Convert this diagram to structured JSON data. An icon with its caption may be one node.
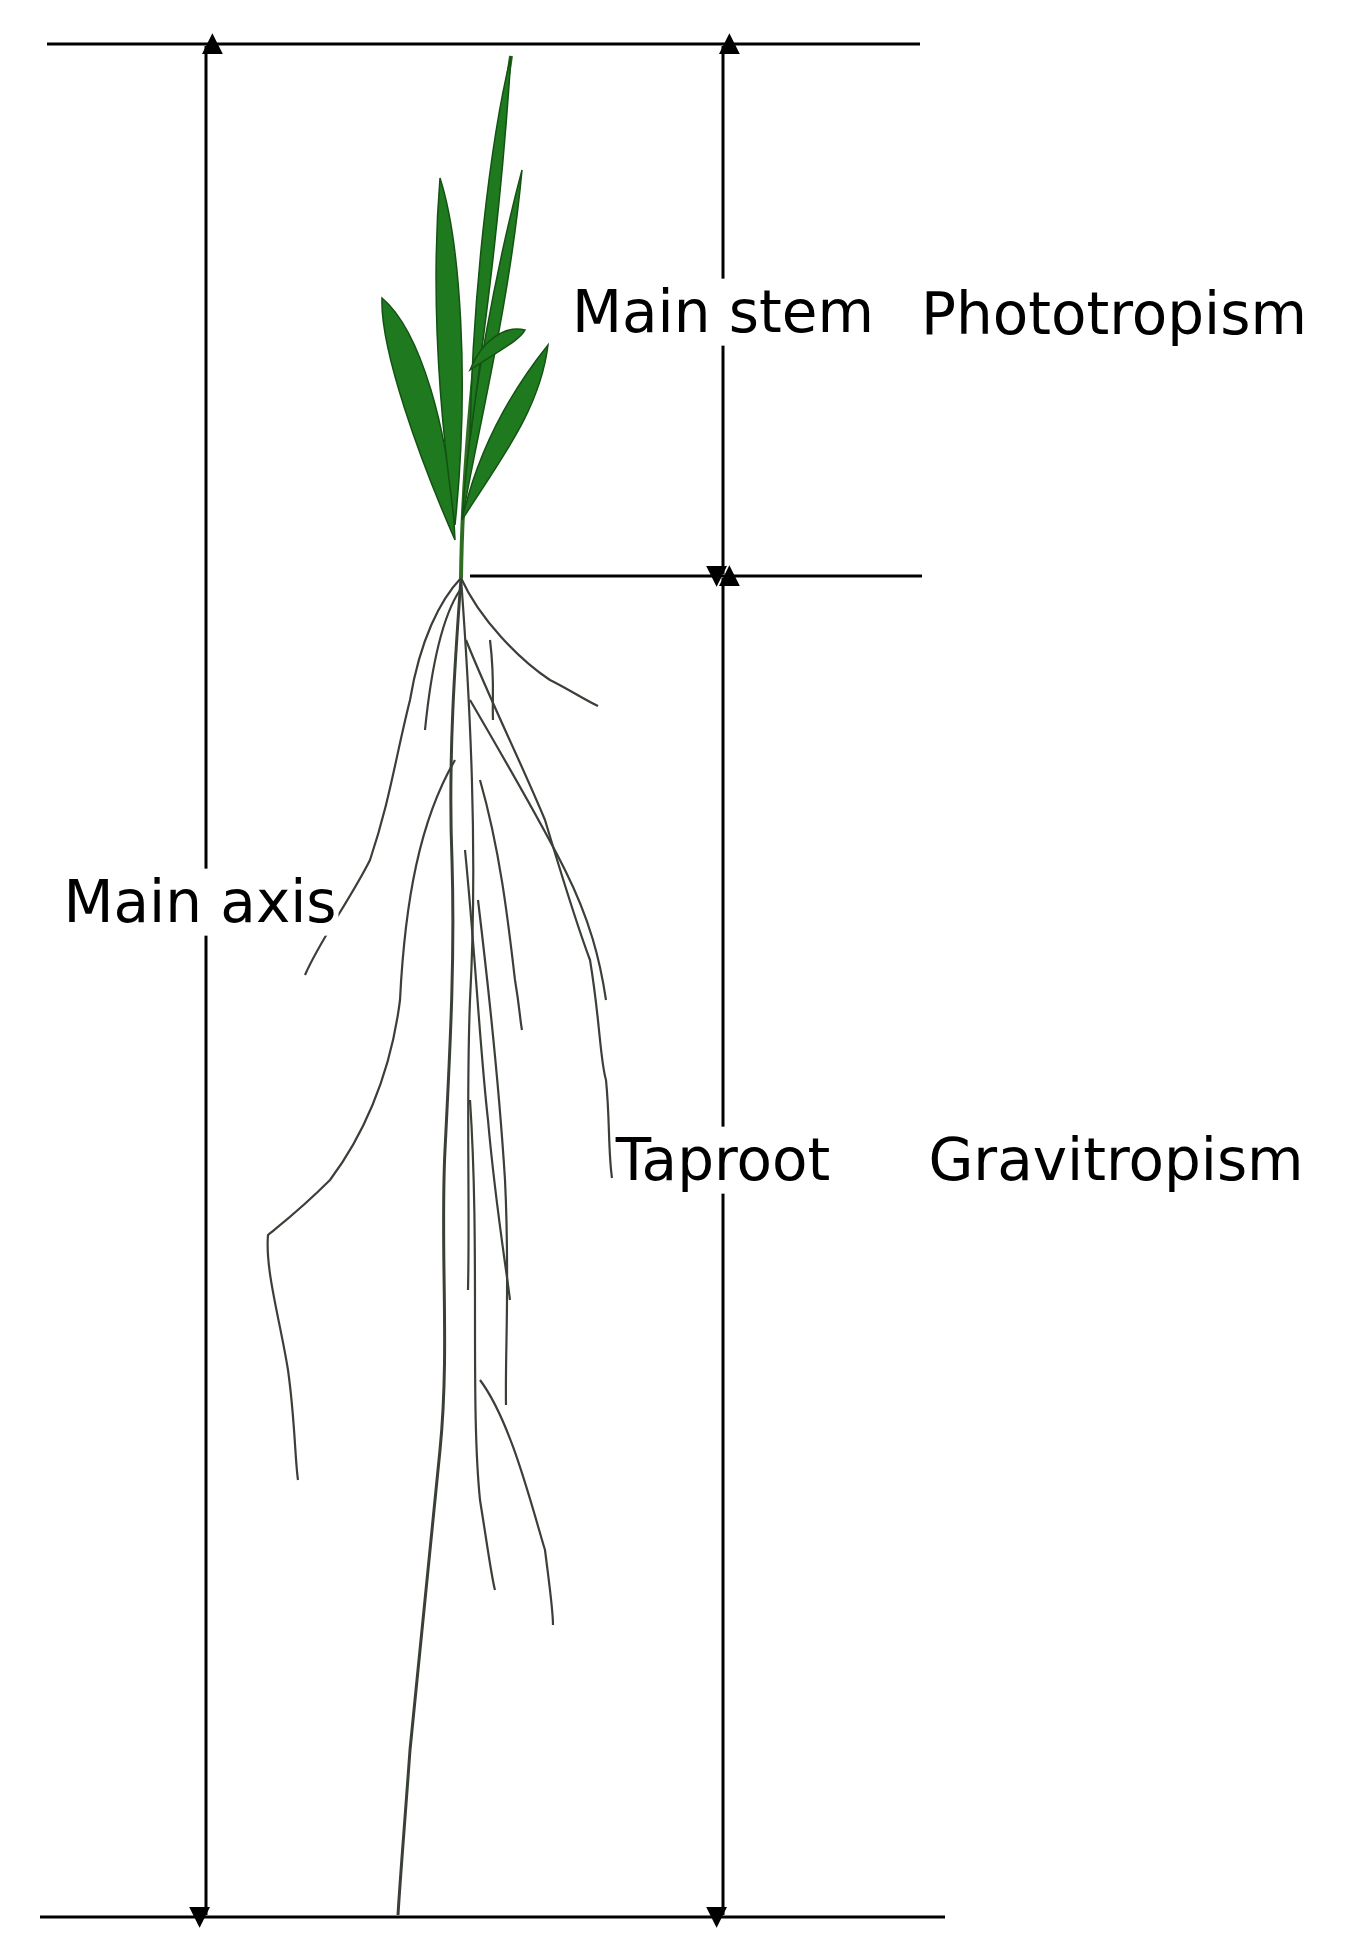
{
  "diagram": {
    "labels": [
      "Main stem",
      "Phototropism",
      "Main axis",
      "Taproot",
      "Gravitropism"
    ]
  }
}
